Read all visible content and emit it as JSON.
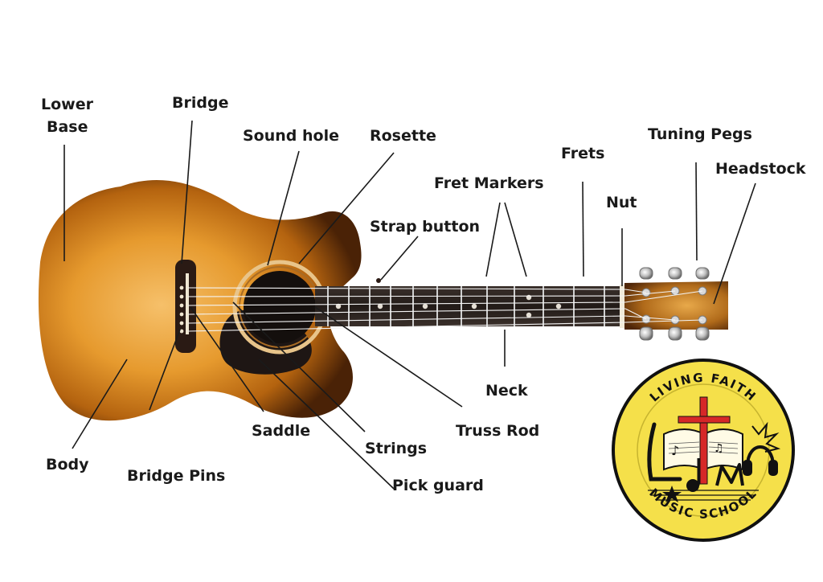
{
  "labels": {
    "lower_base_1": "Lower",
    "lower_base_2": "Base",
    "bridge": "Bridge",
    "sound_hole": "Sound hole",
    "rosette": "Rosette",
    "frets": "Frets",
    "tuning_pegs": "Tuning Pegs",
    "headstock": "Headstock",
    "fret_markers": "Fret Markers",
    "nut": "Nut",
    "strap_button": "Strap button",
    "neck": "Neck",
    "truss_rod": "Truss Rod",
    "saddle": "Saddle",
    "strings": "Strings",
    "pick_guard": "Pick guard",
    "body": "Body",
    "bridge_pins": "Bridge Pins"
  },
  "logo": {
    "top_text": "LIVING FAITH",
    "bottom_text": "MUSIC SCHOOL",
    "fill_color": "#f5e04a",
    "cross_color": "#d62828"
  },
  "colors": {
    "body_light": "#f2b35a",
    "body_mid": "#d9821c",
    "body_dark": "#5a2a08",
    "fretboard": "#2b2320",
    "pickguard": "#1e1614",
    "rosette_ring": "#e8c48a"
  }
}
